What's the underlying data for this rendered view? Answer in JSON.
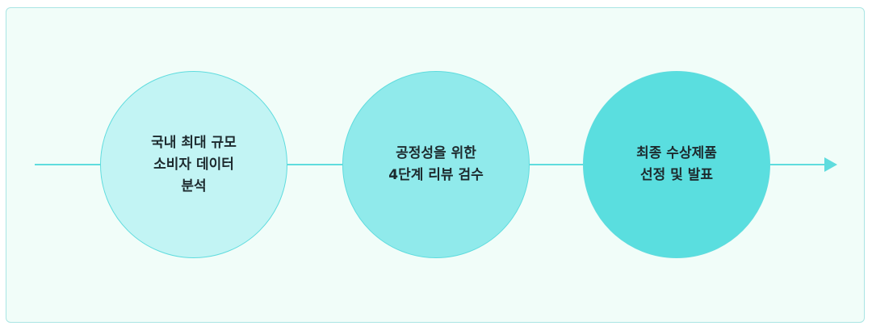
{
  "process": {
    "steps": [
      {
        "lines": [
          "국내 최대 규모",
          "소비자 데이터",
          "분석"
        ]
      },
      {
        "lines": [
          "공정성을 위한",
          "4단계 리뷰 검수"
        ]
      },
      {
        "lines": [
          "최종 수상제품",
          "선정 및 발표"
        ]
      }
    ]
  },
  "colors": {
    "panel_background": "#f1fdf9",
    "panel_border": "#a9e5e4",
    "line": "#5fdcde",
    "step_1": "#c2f4f4",
    "step_2": "#90eaeb",
    "step_3": "#5adedf",
    "text": "#1d2a2e"
  }
}
